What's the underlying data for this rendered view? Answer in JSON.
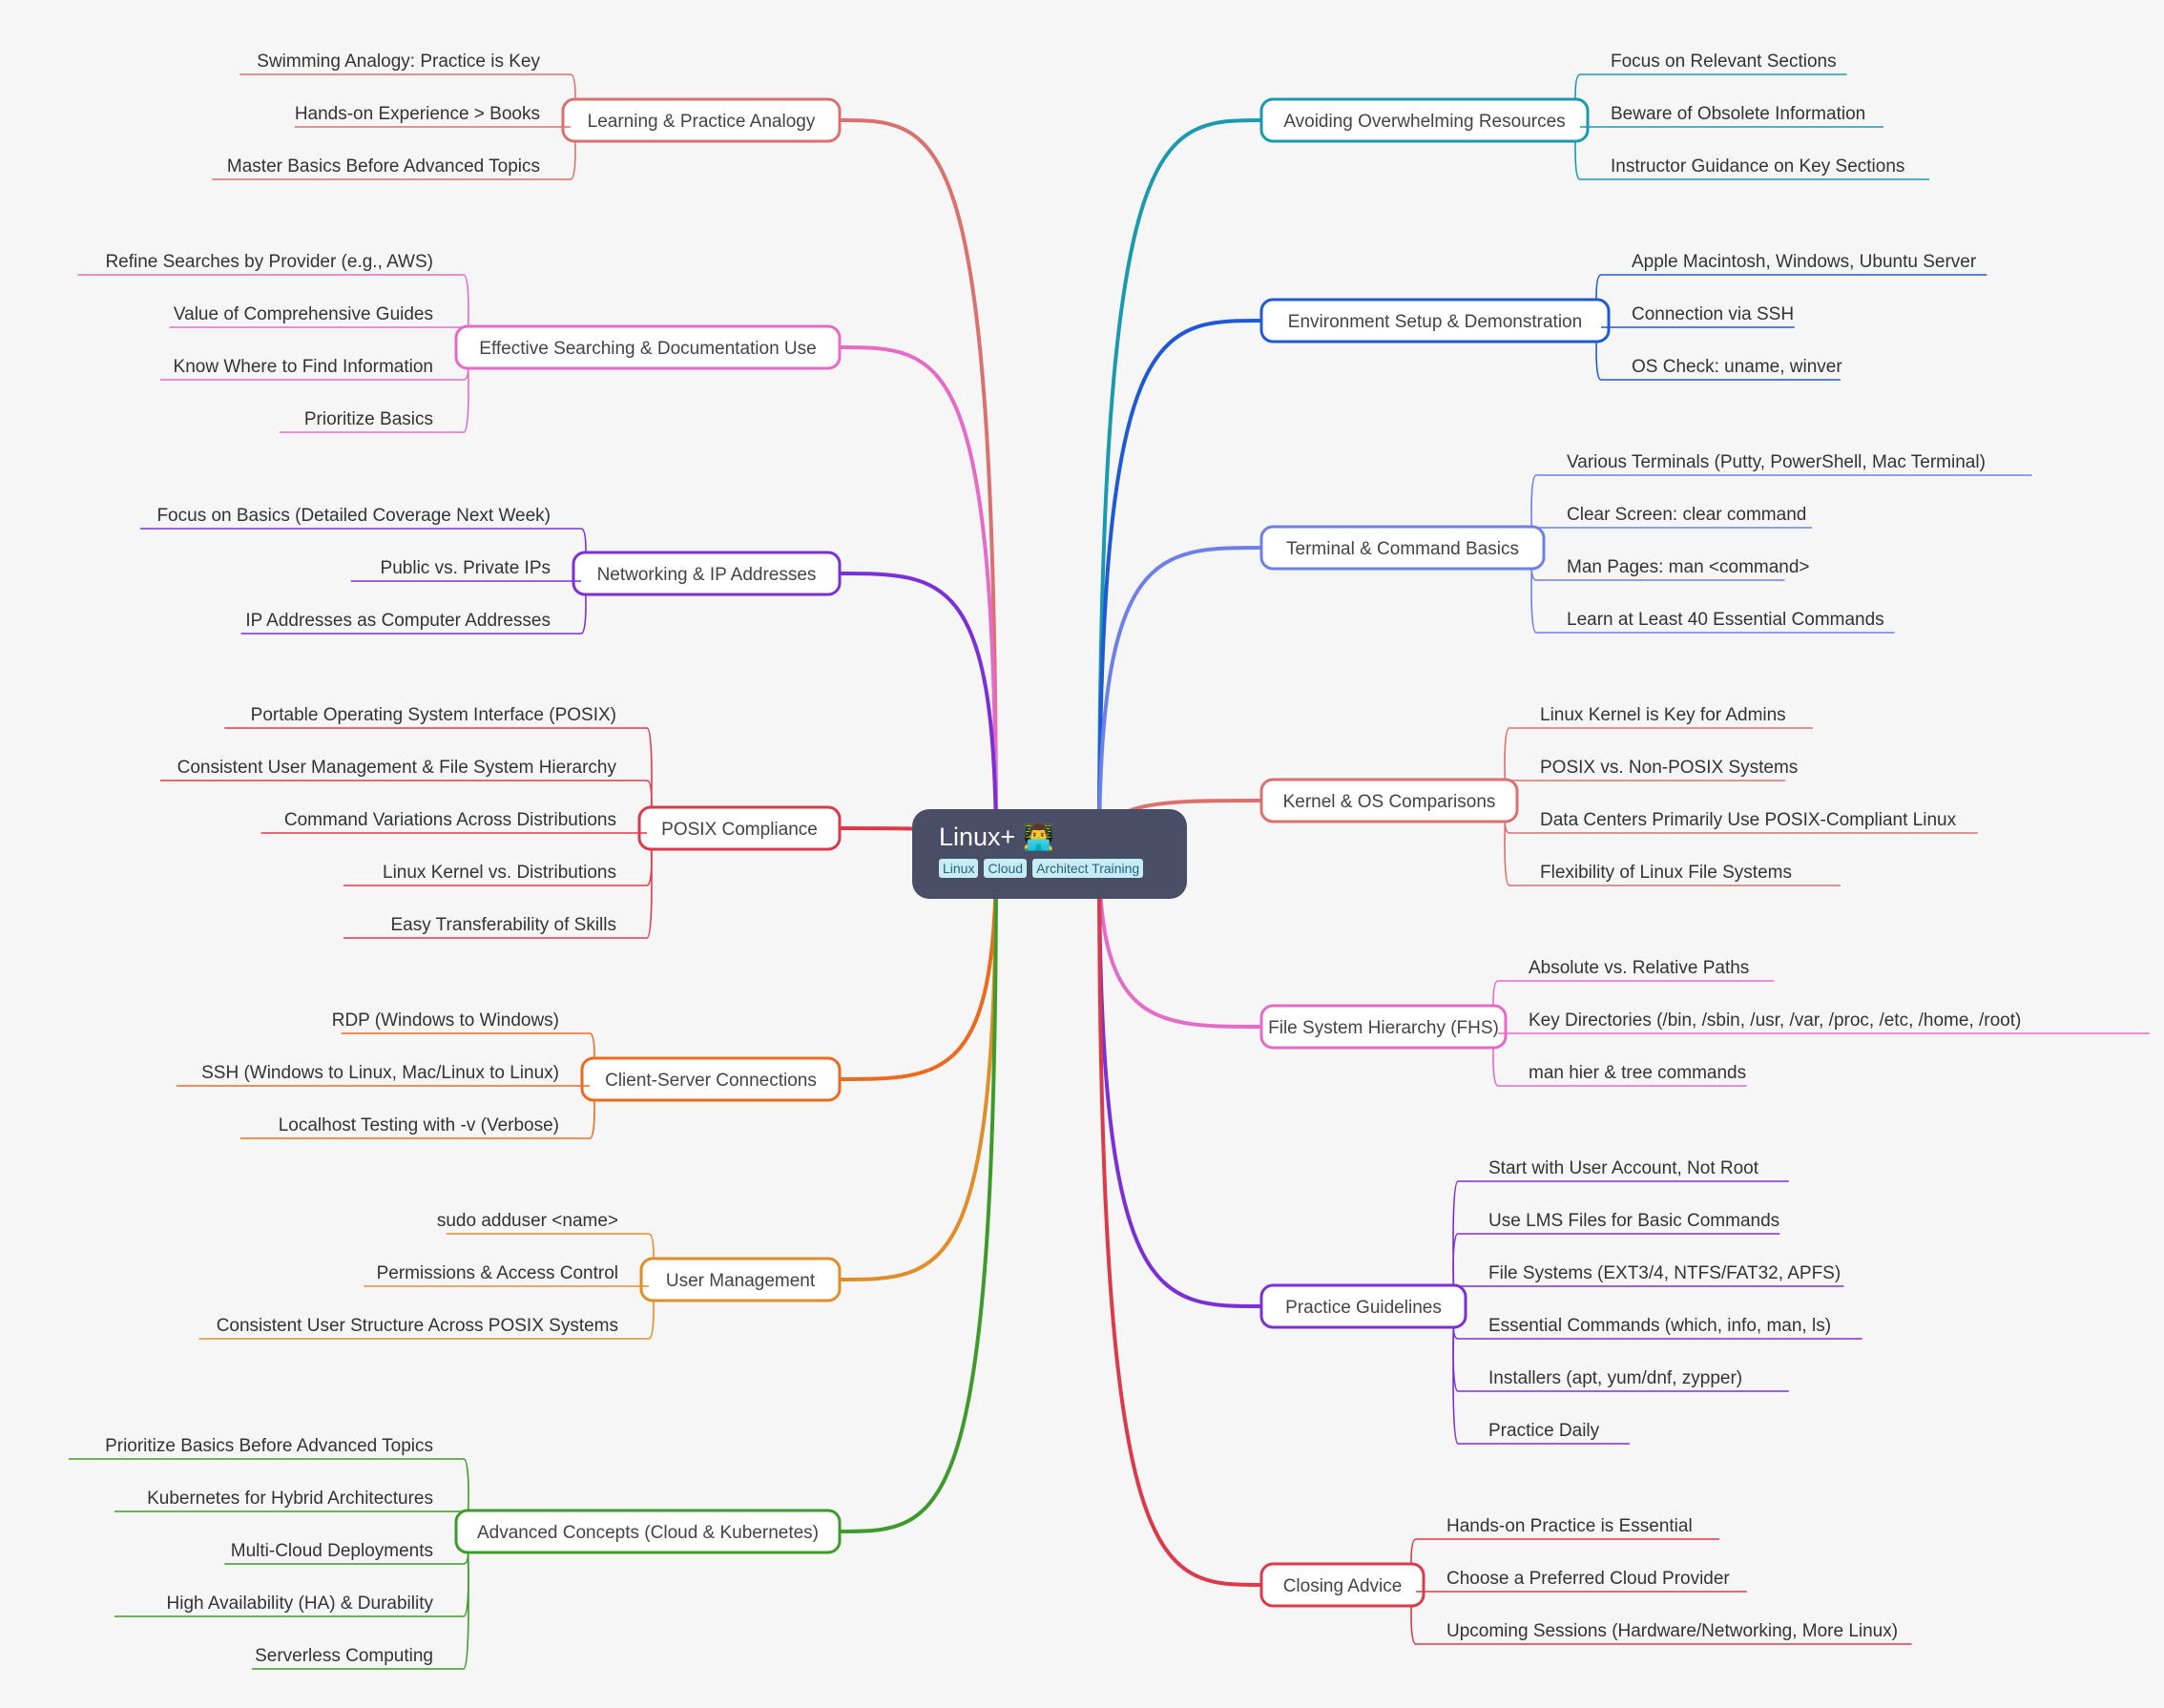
{
  "root": {
    "title": "Linux+ 👨‍💻",
    "tags": [
      "Linux",
      "Cloud",
      "Architect Training"
    ]
  },
  "branches": [
    {
      "label": "Learning & Practice Analogy",
      "color": "#d9716f",
      "children": [
        "Swimming Analogy: Practice is Key",
        "Hands-on Experience > Books",
        "Master Basics Before Advanced Topics"
      ]
    },
    {
      "label": "Effective Searching & Documentation Use",
      "color": "#e46bc6",
      "children": [
        "Refine Searches by Provider (e.g., AWS)",
        "Value of Comprehensive Guides",
        "Know Where to Find Information",
        "Prioritize Basics"
      ]
    },
    {
      "label": "Networking & IP Addresses",
      "color": "#7b2fd6",
      "children": [
        "Focus on Basics (Detailed Coverage Next Week)",
        "Public vs. Private IPs",
        "IP Addresses as Computer Addresses"
      ]
    },
    {
      "label": "POSIX Compliance",
      "color": "#dc3a4a",
      "children": [
        "Portable Operating System Interface (POSIX)",
        "Consistent User Management & File System Hierarchy",
        "Command Variations Across Distributions",
        "Linux Kernel vs. Distributions",
        "Easy Transferability of Skills"
      ]
    },
    {
      "label": "Client-Server Connections",
      "color": "#ec6a1f",
      "children": [
        "RDP (Windows to Windows)",
        "SSH (Windows to Linux, Mac/Linux to Linux)",
        "Localhost Testing with -v (Verbose)"
      ]
    },
    {
      "label": "User Management",
      "color": "#e08e2a",
      "children": [
        "sudo adduser <name>",
        "Permissions & Access Control",
        "Consistent User Structure Across POSIX Systems"
      ]
    },
    {
      "label": "Advanced Concepts (Cloud & Kubernetes)",
      "color": "#3e9a2a",
      "children": [
        "Prioritize Basics Before Advanced Topics",
        "Kubernetes for Hybrid Architectures",
        "Multi-Cloud Deployments",
        "High Availability (HA) & Durability",
        "Serverless Computing"
      ]
    },
    {
      "label": "Avoiding Overwhelming Resources",
      "color": "#1b9aae",
      "children": [
        "Focus on Relevant Sections",
        "Beware of Obsolete Information",
        "Instructor Guidance on Key Sections"
      ]
    },
    {
      "label": "Environment Setup & Demonstration",
      "color": "#2059d6",
      "children": [
        "Apple Macintosh, Windows, Ubuntu Server",
        "Connection via SSH",
        "OS Check: uname, winver"
      ]
    },
    {
      "label": "Terminal & Command Basics",
      "color": "#6d80e8",
      "children": [
        "Various Terminals (Putty, PowerShell, Mac Terminal)",
        "Clear Screen: clear command",
        "Man Pages: man <command>",
        "Learn at Least 40 Essential Commands"
      ]
    },
    {
      "label": "Kernel & OS Comparisons",
      "color": "#d9716f",
      "children": [
        "Linux Kernel is Key for Admins",
        "POSIX vs. Non-POSIX Systems",
        "Data Centers Primarily Use POSIX-Compliant Linux",
        "Flexibility of Linux File Systems"
      ]
    },
    {
      "label": "File System Hierarchy (FHS)",
      "color": "#e46bc6",
      "children": [
        "Absolute vs. Relative Paths",
        "Key Directories (/bin, /sbin, /usr, /var, /proc, /etc, /home, /root)",
        "man hier & tree commands"
      ]
    },
    {
      "label": "Practice Guidelines",
      "color": "#7b2fd6",
      "children": [
        "Start with User Account, Not Root",
        "Use LMS Files for Basic Commands",
        "File Systems (EXT3/4, NTFS/FAT32, APFS)",
        "Essential Commands (which, info, man, ls)",
        "Installers (apt, yum/dnf, zypper)",
        "Practice Daily"
      ]
    },
    {
      "label": "Closing Advice",
      "color": "#dc3a4a",
      "children": [
        "Hands-on Practice is Essential",
        "Choose a Preferred Cloud Provider",
        "Upcoming Sessions (Hardware/Networking, More Linux)"
      ]
    }
  ]
}
